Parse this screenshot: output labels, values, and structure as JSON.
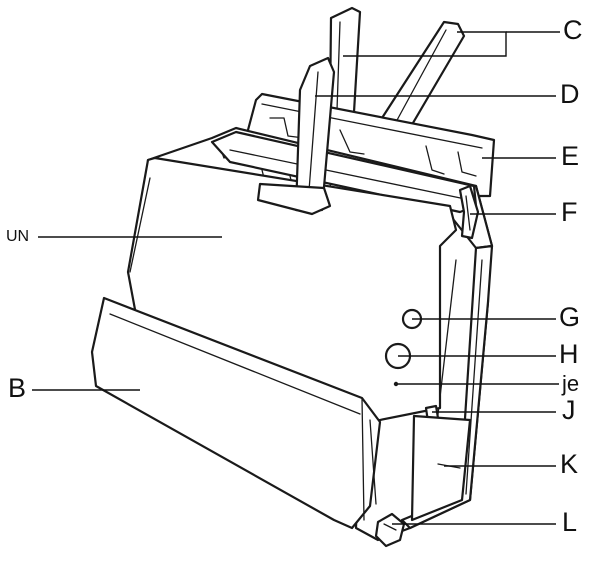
{
  "diagram": {
    "labels": {
      "A": "UN",
      "B": "B",
      "C": "C",
      "D": "D",
      "E": "E",
      "F": "F",
      "G": "G",
      "H": "H",
      "I": "je",
      "J": "J",
      "K": "K",
      "L": "L"
    },
    "colors": {
      "line": "#1a1a1a",
      "background": "#ffffff"
    }
  }
}
